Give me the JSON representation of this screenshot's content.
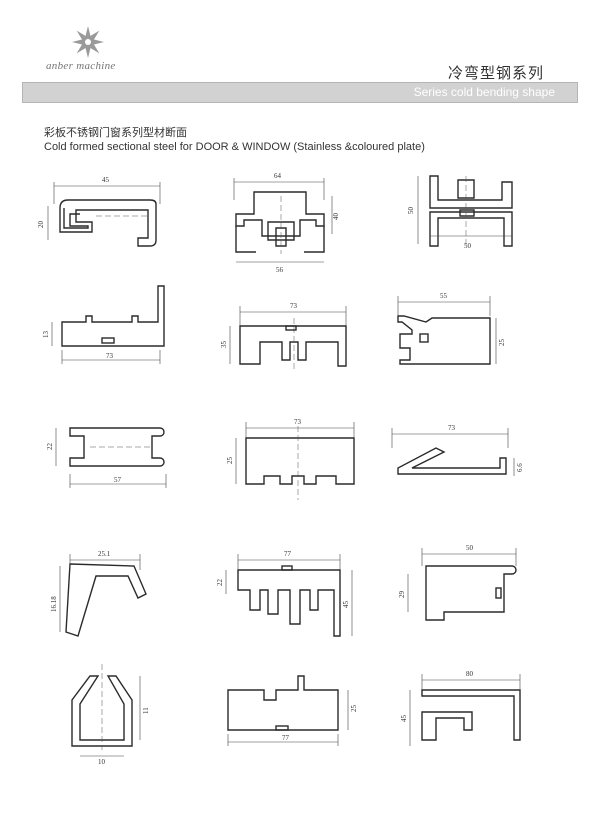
{
  "brand": {
    "name": "anber machine"
  },
  "header": {
    "title_cn": "冷弯型钢系列",
    "banner_en": "Series cold bending shape"
  },
  "section": {
    "title_cn": "彩板不锈钢门窗系列型材断面",
    "title_en": "Cold formed sectional steel for DOOR & WINDOW (Stainless &coloured plate)"
  },
  "dimensions": {
    "p1": [
      "45",
      "20"
    ],
    "p2": [
      "64",
      "40",
      "56"
    ],
    "p3": [
      "50",
      "50"
    ],
    "p4": [
      "13",
      "73"
    ],
    "p5": [
      "73",
      "35"
    ],
    "p6": [
      "55",
      "25"
    ],
    "p7": [
      "22",
      "57"
    ],
    "p8": [
      "73",
      "25"
    ],
    "p9": [
      "73",
      "6.6"
    ],
    "p10": [
      "25.1",
      "16.18"
    ],
    "p11": [
      "77",
      "22",
      "45"
    ],
    "p12": [
      "50",
      "29"
    ],
    "p13": [
      "11",
      "10"
    ],
    "p14": [
      "25",
      "77"
    ],
    "p15": [
      "80",
      "45"
    ]
  }
}
